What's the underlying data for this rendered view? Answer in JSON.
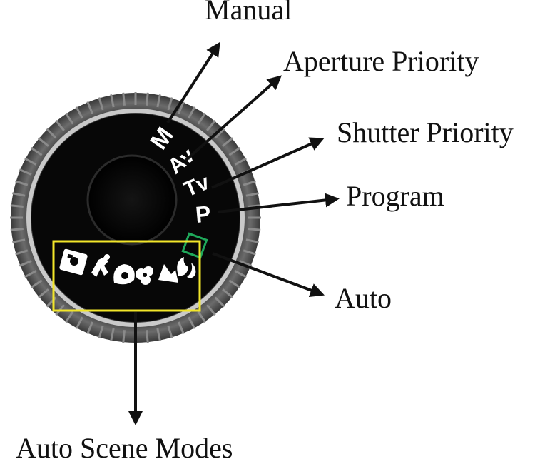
{
  "dial": {
    "marks": [
      {
        "id": "m",
        "text": "M"
      },
      {
        "id": "av",
        "text": "Av"
      },
      {
        "id": "tv",
        "text": "Tv"
      },
      {
        "id": "p",
        "text": "P"
      }
    ]
  },
  "labels": {
    "manual": "Manual",
    "aperture_priority": "Aperture Priority",
    "shutter_priority": "Shutter Priority",
    "program": "Program",
    "auto": "Auto",
    "auto_scene_modes": "Auto Scene Modes"
  },
  "colors": {
    "dial_body": "#0a0a0a",
    "dial_ring": "#bcbcbc",
    "highlight_box": "#f2e62a",
    "auto_mark": "#1fa85a",
    "arrow": "#111111"
  },
  "icons": [
    "camera-lens-icon",
    "portrait-icon",
    "landscape-icon",
    "flower-icon",
    "running-person-icon",
    "night-portrait-icon",
    "green-auto-square-icon",
    "dial-knurl-icon"
  ]
}
